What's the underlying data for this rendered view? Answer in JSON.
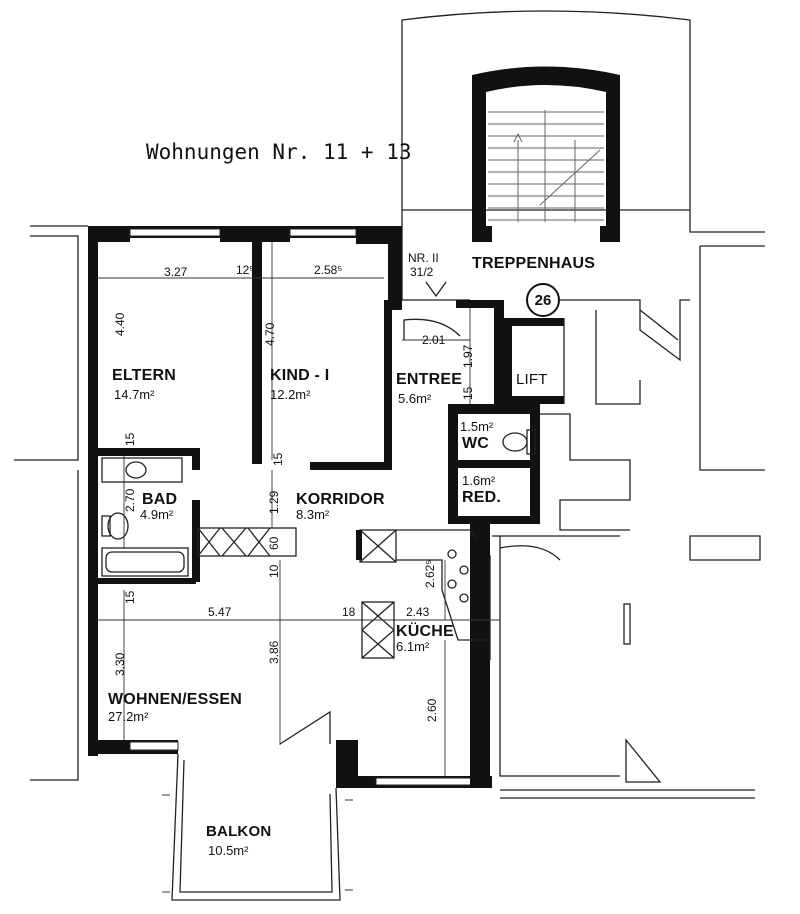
{
  "title": "Wohnungen Nr. 11 + 13",
  "unit_label": {
    "line1": "NR. II",
    "line2": "31/2"
  },
  "stair_number": "26",
  "rooms": [
    {
      "id": "eltern",
      "name": "ELTERN",
      "area": "14.7m²"
    },
    {
      "id": "kind",
      "name": "KIND - I",
      "area": "12.2m²"
    },
    {
      "id": "entree",
      "name": "ENTREE",
      "area": "5.6m²"
    },
    {
      "id": "lift",
      "name": "LIFT",
      "area": ""
    },
    {
      "id": "treppenhaus",
      "name": "TREPPENHAUS",
      "area": ""
    },
    {
      "id": "wc",
      "name": "WC",
      "area": "1.5m²"
    },
    {
      "id": "red",
      "name": "RED.",
      "area": "1.6m²"
    },
    {
      "id": "bad",
      "name": "BAD",
      "area": "4.9m²"
    },
    {
      "id": "korridor",
      "name": "KORRIDOR",
      "area": "8.3m²"
    },
    {
      "id": "kueche",
      "name": "KÜCHE",
      "area": "6.1m²"
    },
    {
      "id": "wohnen",
      "name": "WOHNEN/ESSEN",
      "area": "27.2m²"
    },
    {
      "id": "balkon",
      "name": "BALKON",
      "area": "10.5m²"
    }
  ],
  "dimensions": {
    "eltern_width": "3.27",
    "wall_thickness": "12⁵",
    "kind_width": "2.58⁵",
    "eltern_depth": "4.40",
    "kind_depth": "4.70",
    "entree_width": "2.01",
    "entree_depth": "1.97",
    "entree_wall": "15",
    "eltern_wall": "15",
    "kind_wall": "15",
    "bad_depth": "2.70",
    "korridor_depth": "1.29",
    "korridor_60": "60",
    "korridor_10": "10",
    "wohnen_wall": "15",
    "wohnen_width": "5.47",
    "kueche_wall": "18",
    "kueche_width": "2.43",
    "kueche_depth": "2.62⁵",
    "wohnen_depth_left": "3.30",
    "wohnen_depth_mid": "3.86",
    "wohnen_depth_right": "2.60"
  }
}
